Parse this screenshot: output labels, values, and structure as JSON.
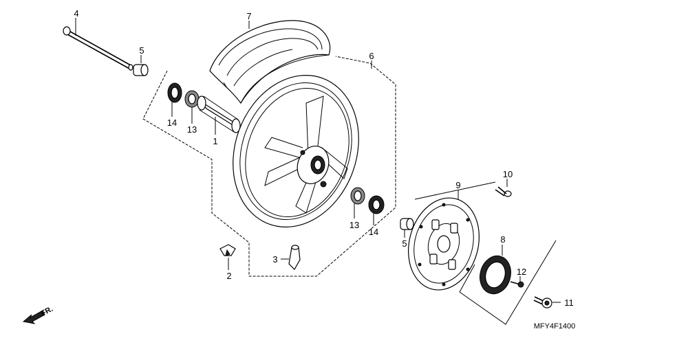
{
  "diagram": {
    "code": "MFY4F1400",
    "direction_label": "FR.",
    "callouts": [
      {
        "id": "c1",
        "label": "1"
      },
      {
        "id": "c2",
        "label": "2"
      },
      {
        "id": "c3",
        "label": "3"
      },
      {
        "id": "c4",
        "label": "4"
      },
      {
        "id": "c5a",
        "label": "5"
      },
      {
        "id": "c5b",
        "label": "5"
      },
      {
        "id": "c6",
        "label": "6"
      },
      {
        "id": "c7",
        "label": "7"
      },
      {
        "id": "c8",
        "label": "8"
      },
      {
        "id": "c9",
        "label": "9"
      },
      {
        "id": "c10",
        "label": "10"
      },
      {
        "id": "c11",
        "label": "11"
      },
      {
        "id": "c12",
        "label": "12"
      },
      {
        "id": "c13a",
        "label": "13"
      },
      {
        "id": "c13b",
        "label": "13"
      },
      {
        "id": "c14a",
        "label": "14"
      },
      {
        "id": "c14b",
        "label": "14"
      }
    ]
  }
}
